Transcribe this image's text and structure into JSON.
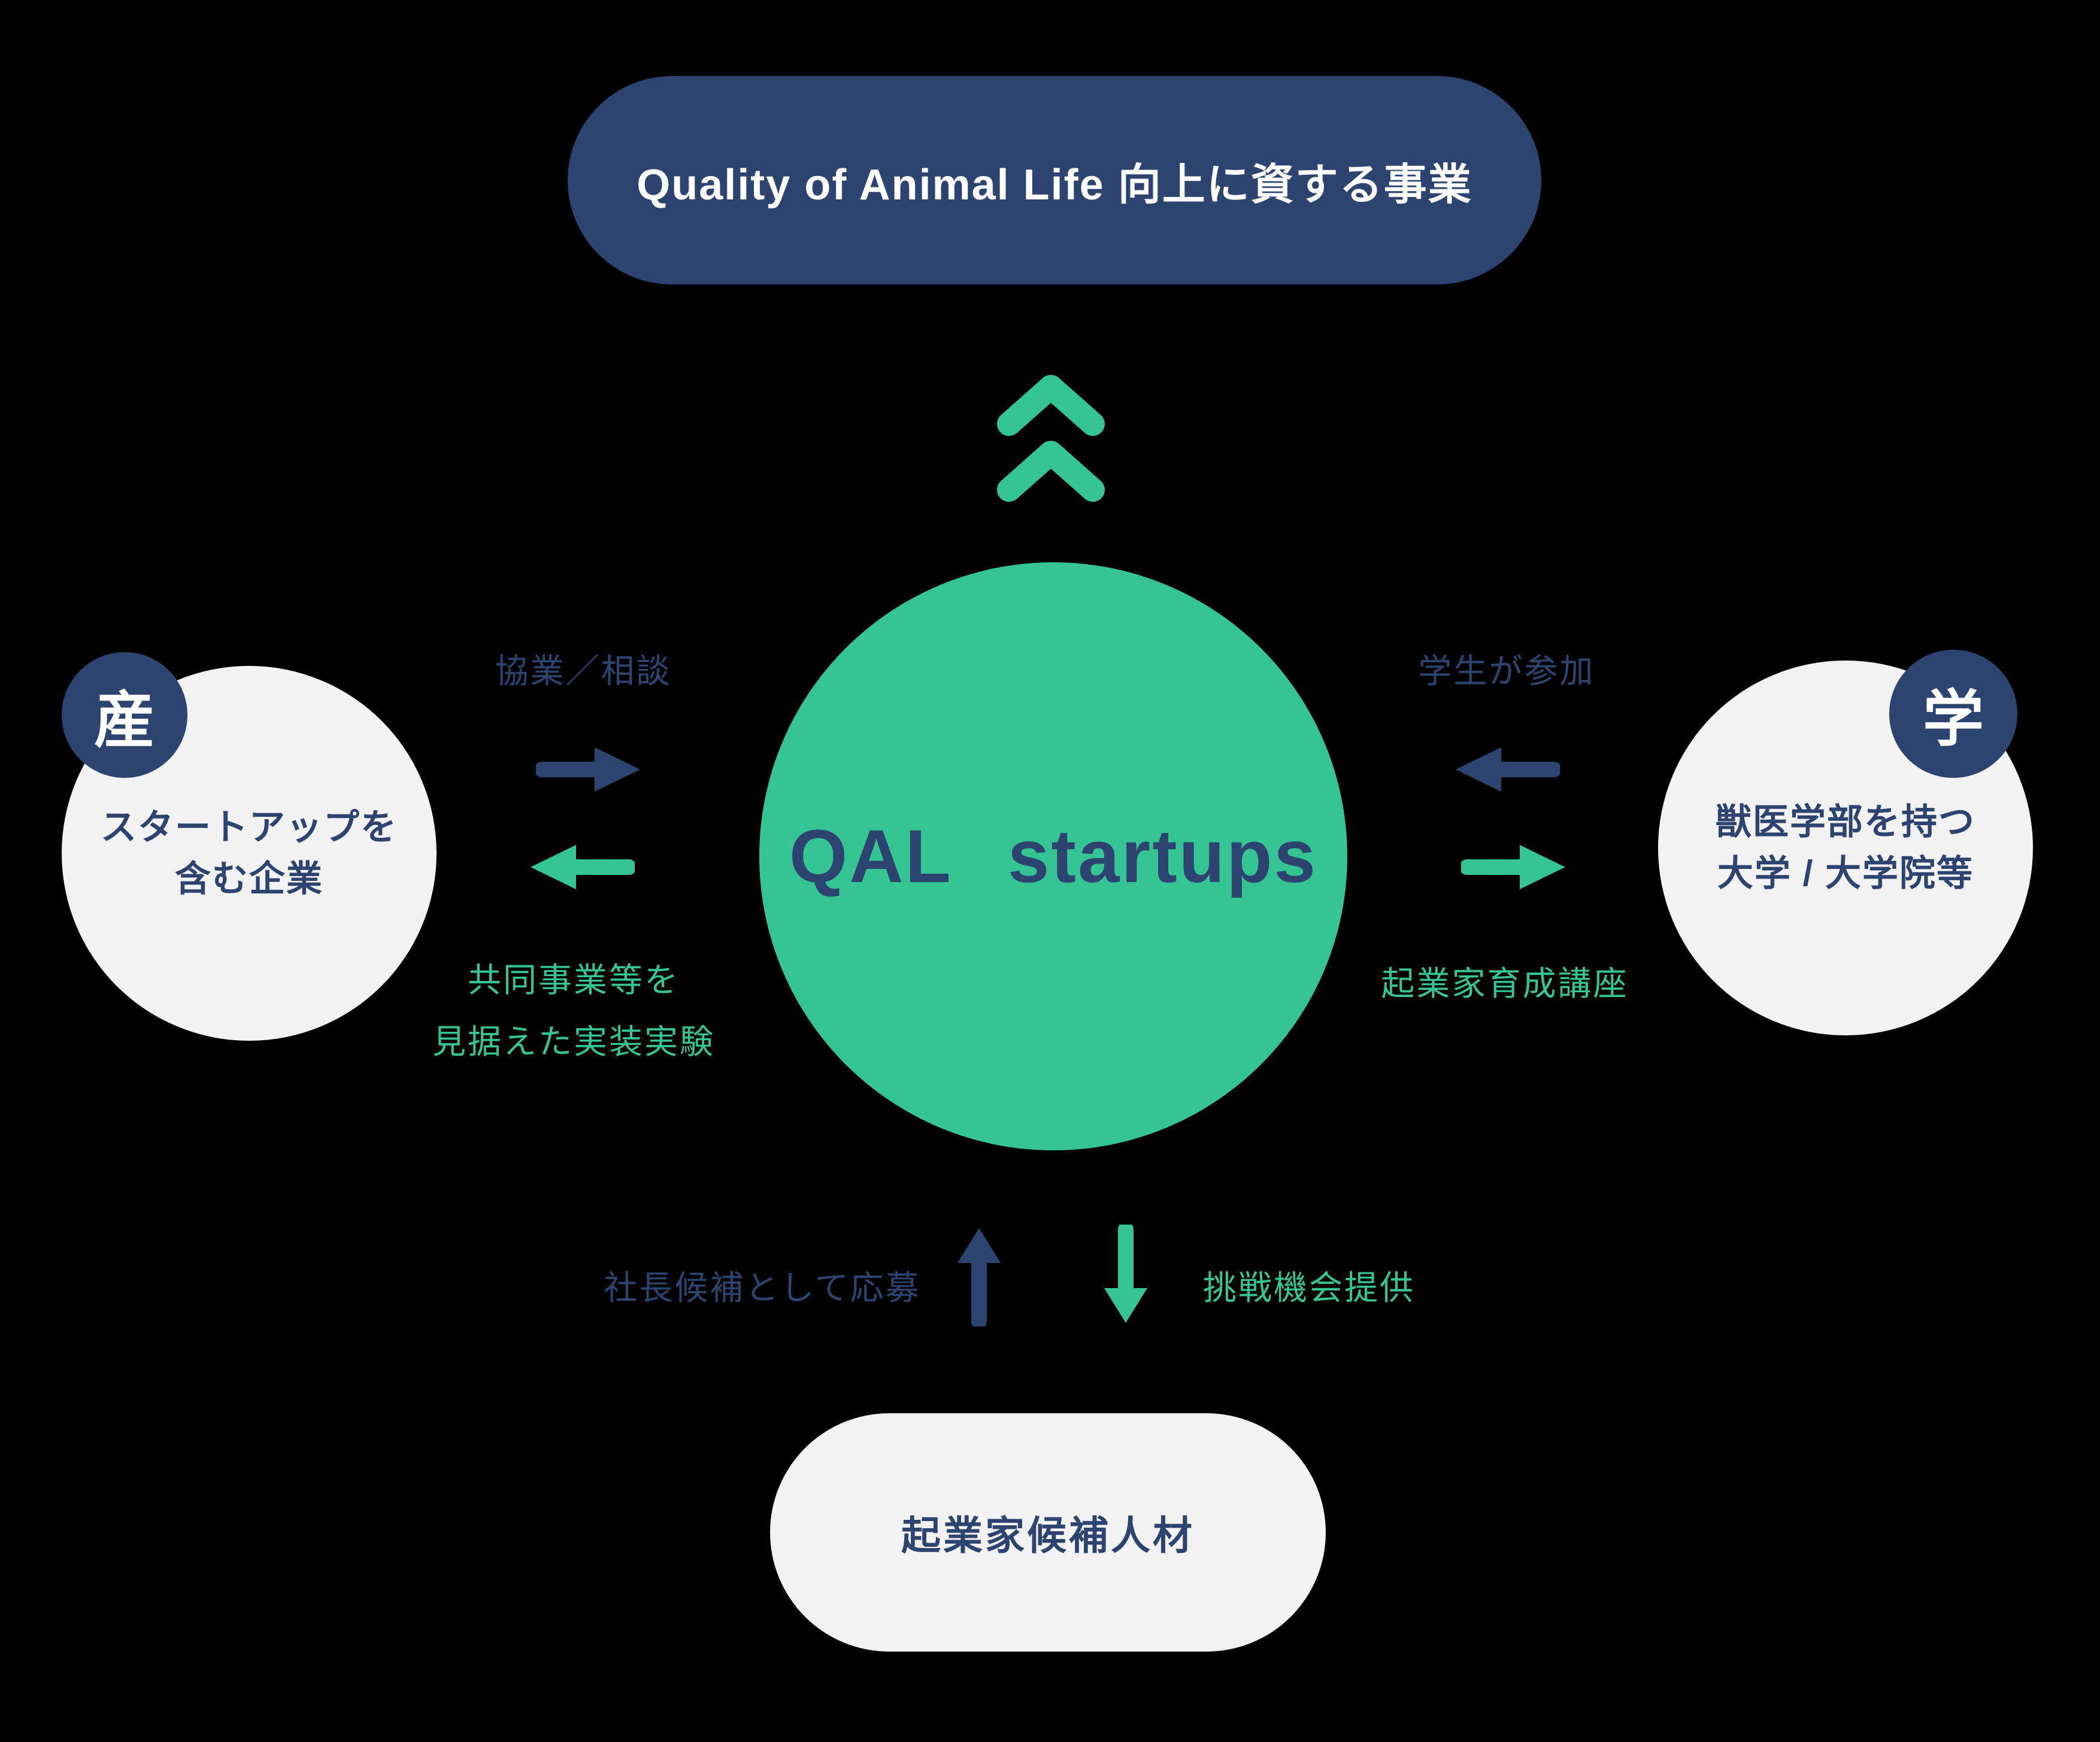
{
  "diagram": {
    "title_pill": "Quality of Animal Life 向上に資する事業",
    "center": {
      "qal": "QAL",
      "startups": "startups"
    },
    "industry": {
      "badge": "産",
      "line1": "スタートアップを",
      "line2": "含む企業"
    },
    "academia": {
      "badge": "学",
      "line1": "獣医学部を持つ",
      "line2": "大学 / 大学院等"
    },
    "flows": {
      "industry_to_center": "協業／相談",
      "center_to_industry_line1": "共同事業等を",
      "center_to_industry_line2": "見据えた実装実験",
      "academia_to_center": "学生が参加",
      "center_to_academia": "起業家育成講座",
      "talent_to_center": "社長候補として応募",
      "center_to_talent": "挑戦機会提供"
    },
    "talent_pill": "起業家候補人材",
    "colors": {
      "navy": "#2E4470",
      "green": "#35C493",
      "light": "#F2F2F3",
      "background": "#000000",
      "text_on_dark": "#FFFFFF"
    },
    "icons": {
      "double-chevron-up-icon": "^^",
      "arrow-right-icon": "→",
      "arrow-left-icon": "←",
      "arrow-up-icon": "↑",
      "arrow-down-icon": "↓"
    }
  }
}
